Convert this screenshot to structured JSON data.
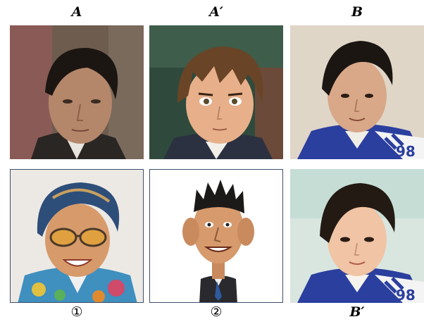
{
  "labels": {
    "top": [
      "A",
      "A′",
      "B"
    ],
    "bottom": [
      "①",
      "②",
      "B′"
    ]
  },
  "colors": {
    "frame": "#3d4f6b",
    "hair_dark": "#1c1612",
    "skin_photo": "#b4876a",
    "skin_anime": "#e7b08a",
    "jacket_blue": "#2b3f9e"
  },
  "panels": [
    {
      "name": "photo-a",
      "style": "photograph"
    },
    {
      "name": "anime-a-prime",
      "style": "anime illustration"
    },
    {
      "name": "photo-b",
      "style": "photograph"
    },
    {
      "name": "cartoon-result-1",
      "style": "3D cartoon"
    },
    {
      "name": "caricature-result-2",
      "style": "caricature drawing"
    },
    {
      "name": "anime-b-prime",
      "style": "anime illustration"
    }
  ]
}
